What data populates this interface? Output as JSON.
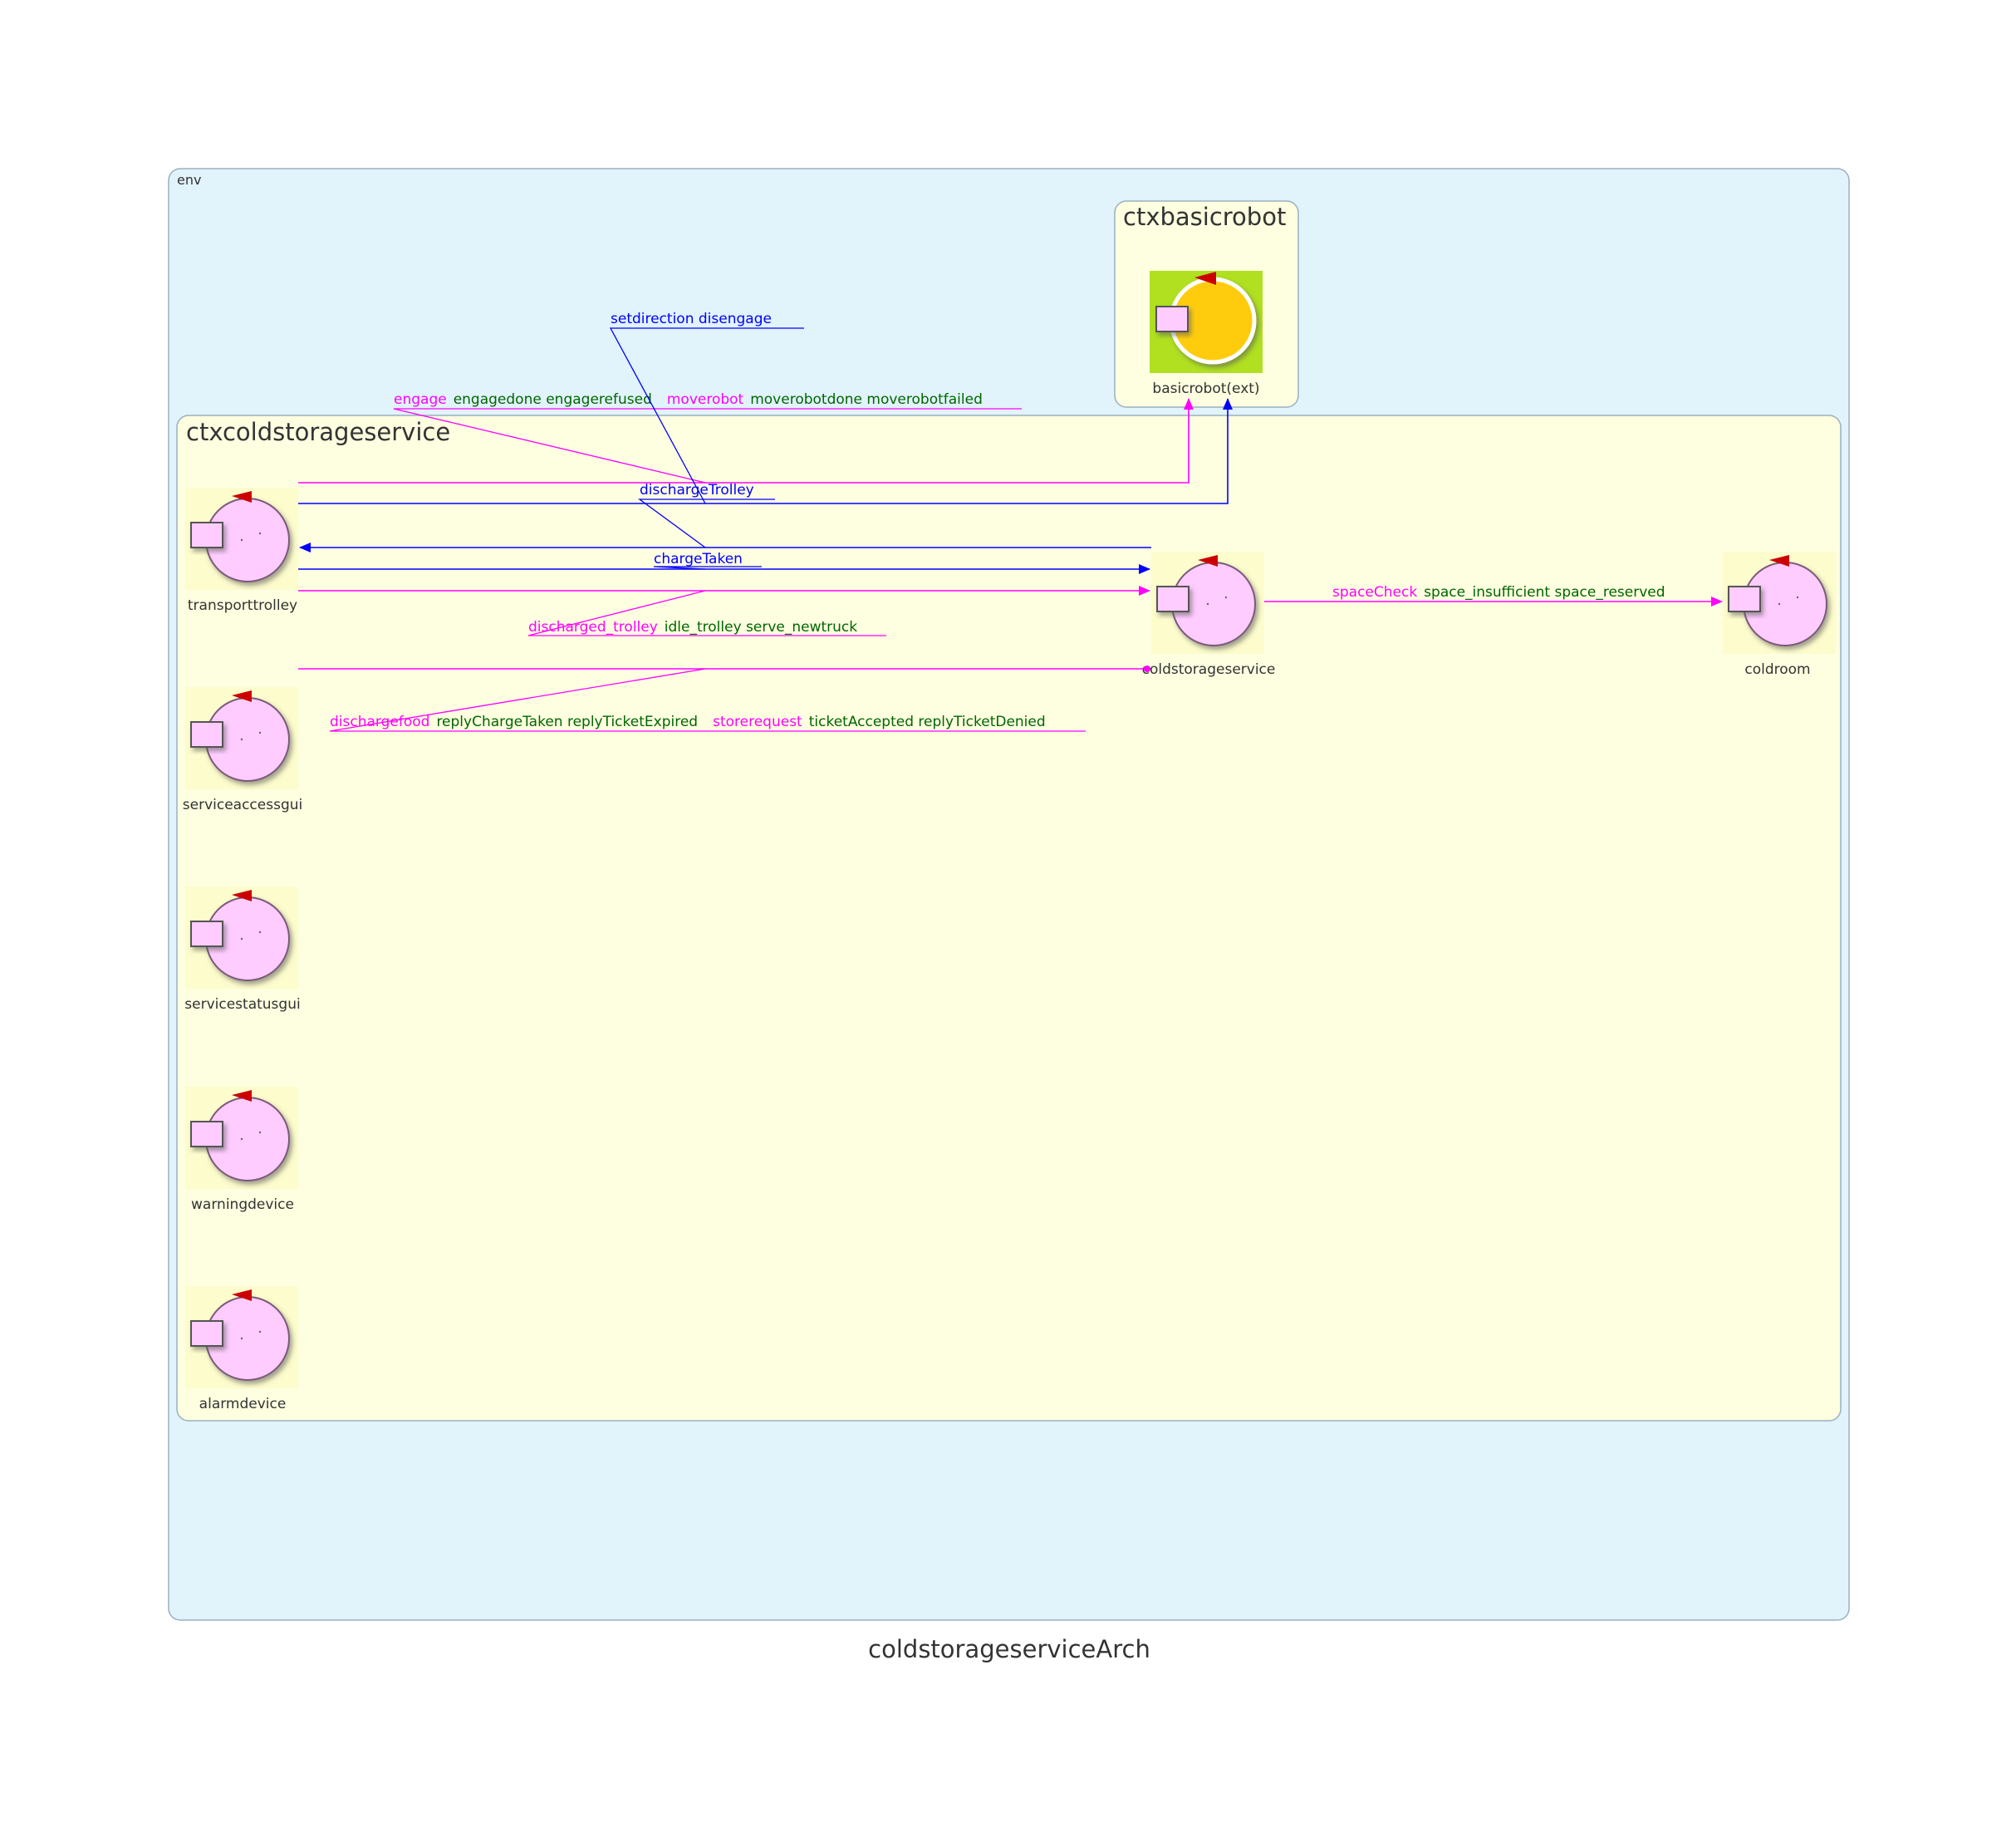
{
  "diagram": {
    "title": "coldstorageserviceArch",
    "env_label": "env"
  },
  "contexts": {
    "basicrobot": {
      "title": "ctxbasicrobot"
    },
    "coldstorage": {
      "title": "ctxcoldstorageservice"
    }
  },
  "actors": {
    "basicrobot": "basicrobot(ext)",
    "transporttrolley": "transporttrolley",
    "serviceaccessgui": "serviceaccessgui",
    "servicestatusgui": "servicestatusgui",
    "warningdevice": "warningdevice",
    "alarmdevice": "alarmdevice",
    "coldstorageservice": "coldstorageservice",
    "coldroom": "coldroom"
  },
  "edges": {
    "tt_to_robot_request": {
      "request": "engage",
      "replies": "engagedone engagerefused",
      "request2": "moverobot",
      "replies2": "moverobotdone moverobotfailed"
    },
    "tt_to_robot_dispatch": {
      "dispatch": "setdirection   disengage"
    },
    "cs_to_tt_dispatch": {
      "dispatch": "dischargeTrolley"
    },
    "tt_to_cs_dispatch": {
      "dispatch": "chargeTaken"
    },
    "tt_to_cs_request": {
      "request": "discharged_trolley",
      "replies": "idle_trolley serve_newtruck"
    },
    "gui_to_cs_request": {
      "request": "dischargefood",
      "replies": "replyChargeTaken replyTicketExpired",
      "request2": "storerequest",
      "replies2": "ticketAccepted replyTicketDenied"
    },
    "cs_to_coldroom_request": {
      "request": "spaceCheck",
      "replies": "space_insufficient space_reserved"
    }
  },
  "colors": {
    "env_bg": "#e1f3fb",
    "ctx_bg": "#fefee0",
    "actor_fill": "#ffccff",
    "robot_fill": "#ffcc11",
    "robot_bg": "#b0e020",
    "request_edge": "#ff00ff",
    "dispatch_edge": "#0000ff",
    "reply_text": "#006600"
  }
}
